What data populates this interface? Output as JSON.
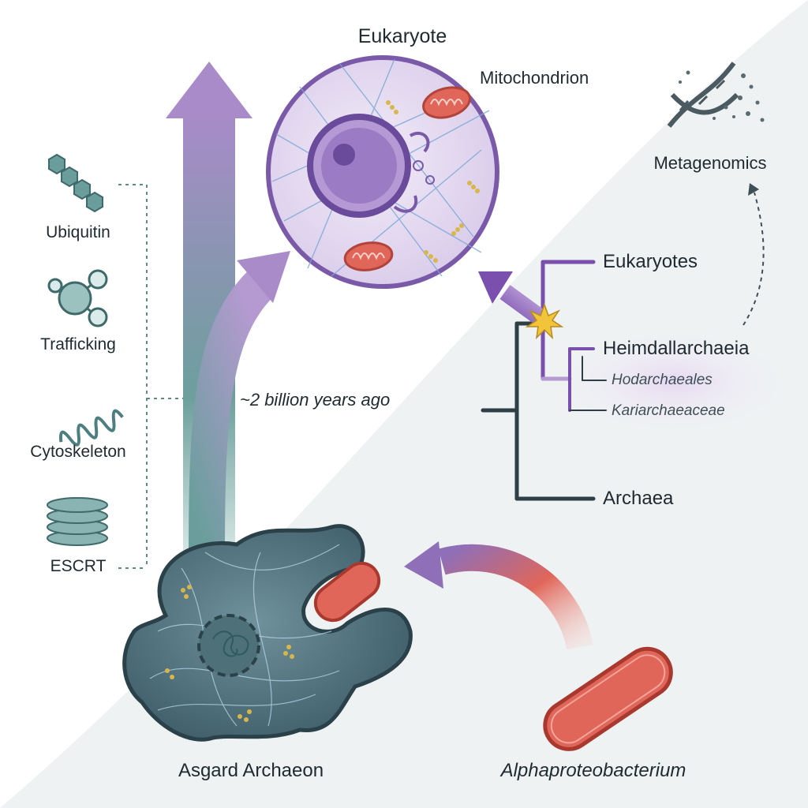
{
  "labels": {
    "eukaryote": "Eukaryote",
    "mitochondrion": "Mitochondrion",
    "metagenomics": "Metagenomics",
    "time": "~2 billion years ago",
    "asgard": "Asgard Archaeon",
    "alpha": "Alphaproteobacterium"
  },
  "features": [
    {
      "label": "Ubiquitin",
      "icon": "hexagon-chain-icon"
    },
    {
      "label": "Trafficking",
      "icon": "vesicle-cluster-icon"
    },
    {
      "label": "Cytoskeleton",
      "icon": "coil-filament-icon"
    },
    {
      "label": "ESCRT",
      "icon": "stacked-disks-icon"
    }
  ],
  "tree": {
    "eukaryotes": "Eukaryotes",
    "heimdall": "Heimdallarchaeia",
    "hodar": "Hodarchaeales",
    "kari": "Kariarchaeaceae",
    "archaea": "Archaea"
  },
  "colors": {
    "purple": "#8e6fb8",
    "teal": "#6a9e9c",
    "asgard_cell": "#3f5d68",
    "bacterium": "#e0665a",
    "highlight": "#ede4f4",
    "star": "#f2c43a"
  }
}
